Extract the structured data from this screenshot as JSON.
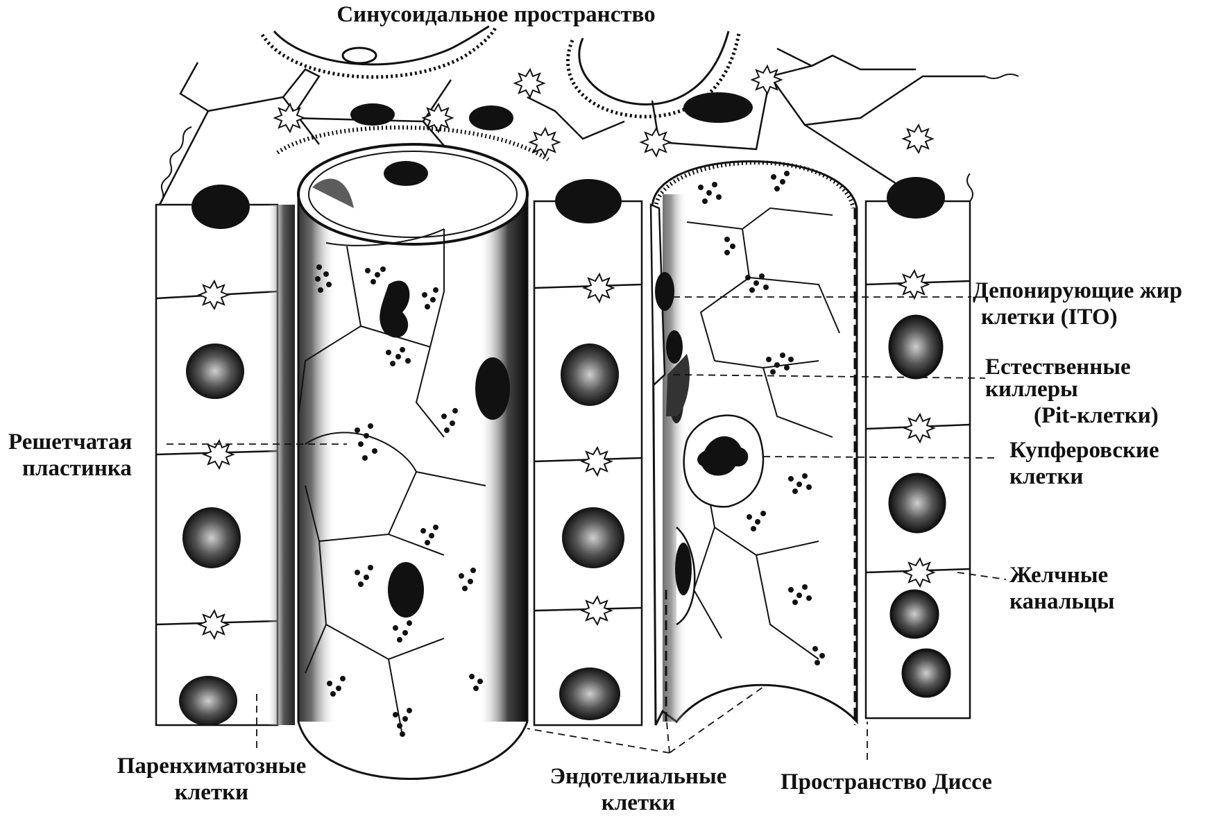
{
  "labels": {
    "sinusoidal_space": "Синусоидальное пространство",
    "fat_storing_line1": "Депонирующие жир",
    "fat_storing_line2": "клетки (ITO)",
    "natural_killers_line1": "Естественные",
    "natural_killers_line2": "киллеры",
    "natural_killers_line3": "(Pit-клетки)",
    "reticular_line1": "Решетчатая",
    "reticular_line2": "пластинка",
    "kupffer_line1": "Купферовские",
    "kupffer_line2": "клетки",
    "bile_line1": "Желчные",
    "bile_line2": "канальцы",
    "parenchymal_line1": "Паренхиматозные",
    "parenchymal_line2": "клетки",
    "endothelial_line1": "Эндотелиальные",
    "endothelial_line2": "клетки",
    "disse_space": "Пространство Диссе"
  },
  "colors": {
    "ink": "#111111",
    "shade": "#333333",
    "paper": "#ffffff"
  }
}
